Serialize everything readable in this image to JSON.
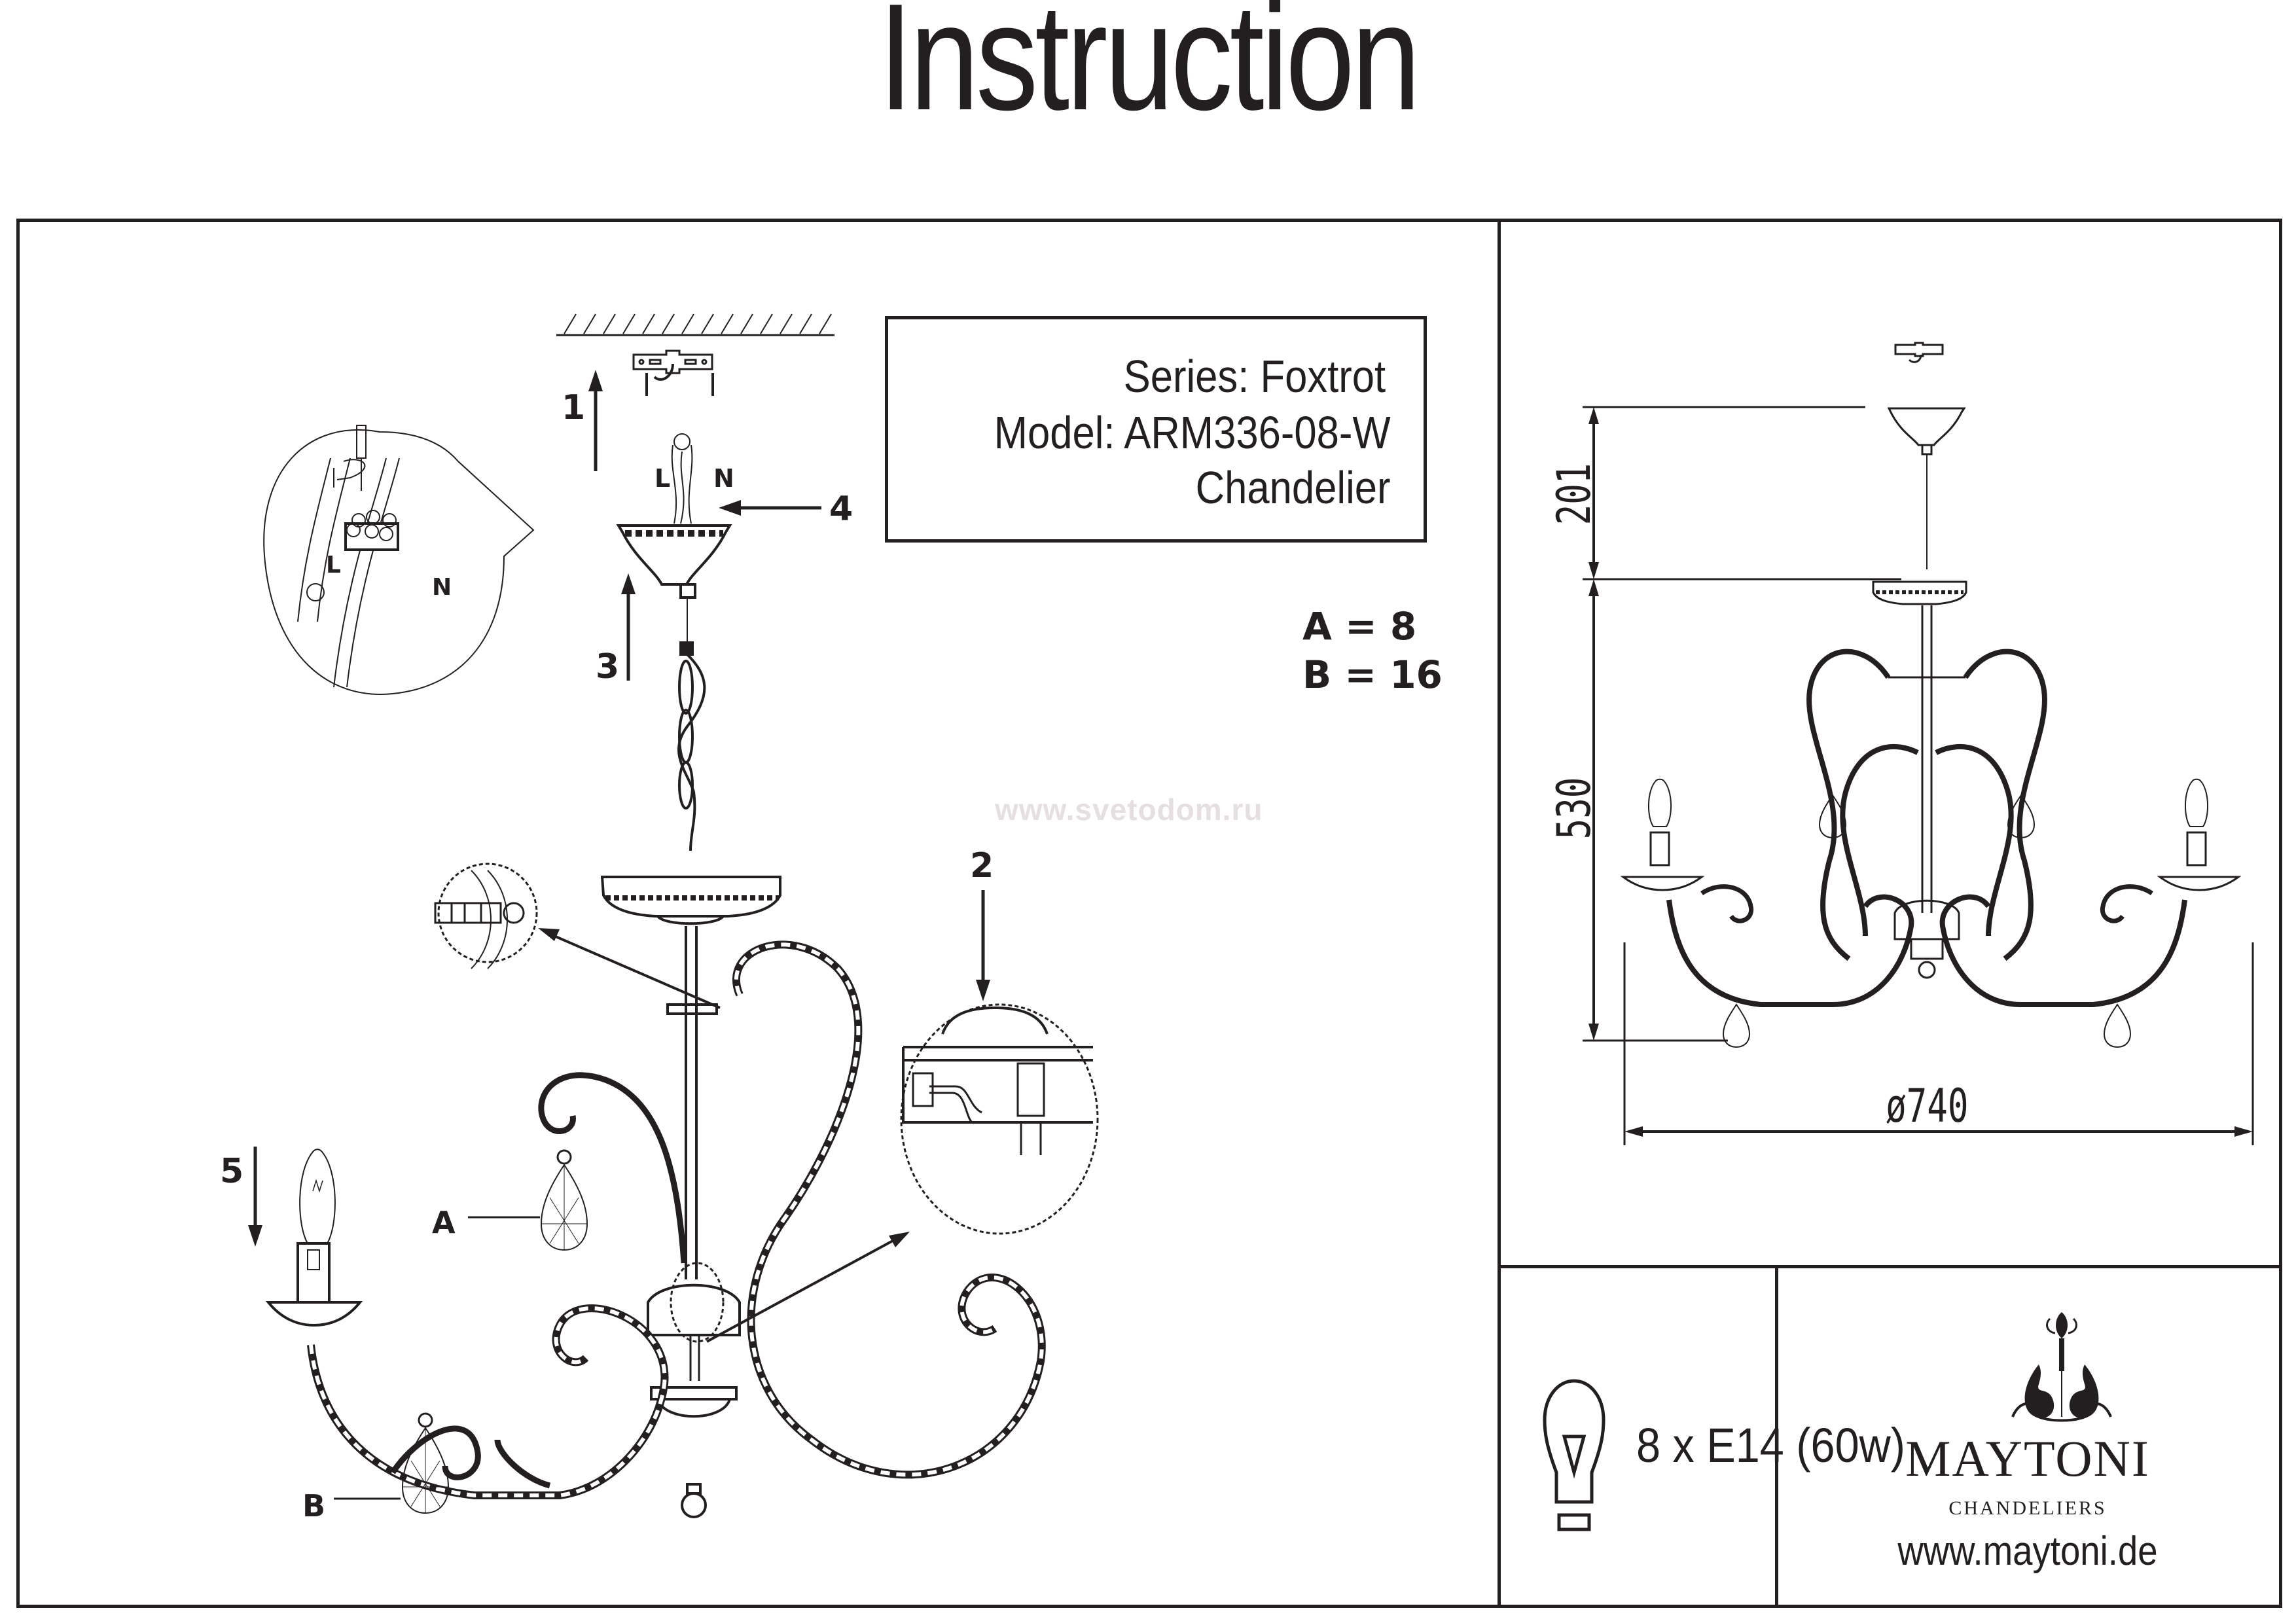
{
  "document": {
    "title": "Instruction",
    "watermark": "www.svetodom.ru"
  },
  "product": {
    "series": "Series: Foxtrot",
    "model": "Model: ARM336-08-W",
    "type": "Chandelier"
  },
  "parts_legend": {
    "a": "A = 8",
    "b": "B = 16"
  },
  "assembly": {
    "steps": [
      "1",
      "2",
      "3",
      "4",
      "5"
    ],
    "wire_labels": {
      "live": "L",
      "neutral": "N"
    },
    "callout_labels": {
      "a": "A",
      "b": "B"
    }
  },
  "dimensions": {
    "canopy_height": "201",
    "body_height": "530",
    "diameter": "ø740"
  },
  "bulb": {
    "spec": "8 x E14 (60w)"
  },
  "brand": {
    "name": "MAYTONI",
    "subtitle": "CHANDELIERS",
    "url": "www.maytoni.de"
  },
  "colors": {
    "ink": "#231f20",
    "watermark": "#e6dfdf",
    "background": "#ffffff"
  }
}
